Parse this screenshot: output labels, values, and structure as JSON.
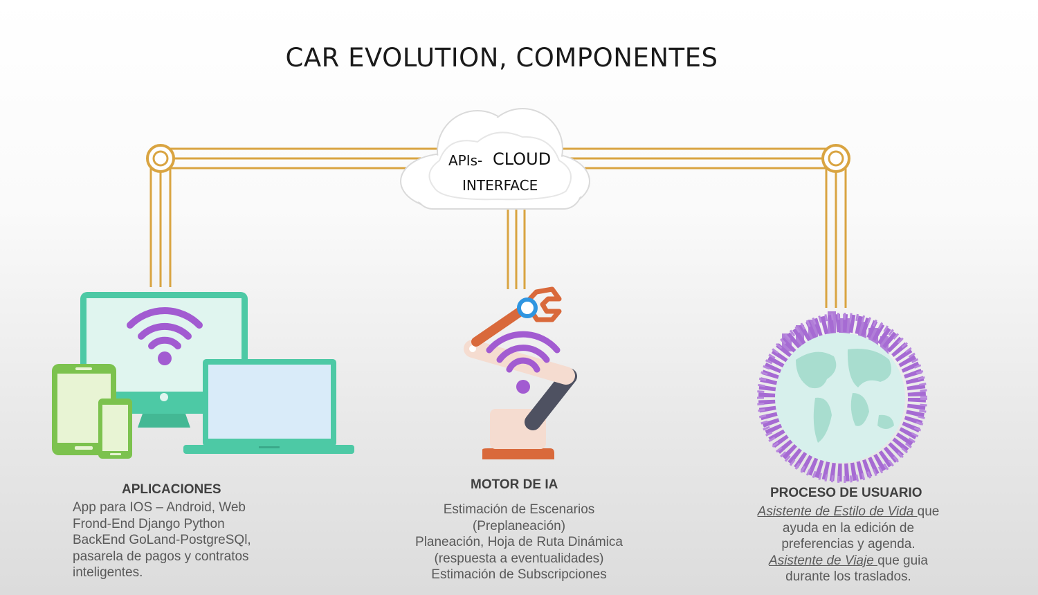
{
  "title": "CAR EVOLUTION, COMPONENTES",
  "cloud": {
    "apis": "APIs-",
    "cloud": "CLOUD",
    "interface": "INTERFACE"
  },
  "sections": {
    "apps": {
      "title": "APLICACIONES",
      "lines": [
        "App para IOS – Android, Web",
        "Frond-End Django Python",
        "BackEnd GoLand-PostgreSQl,",
        "pasarela de pagos y contratos",
        "inteligentes."
      ]
    },
    "ai": {
      "title": "MOTOR DE IA",
      "lines": [
        "Estimación de Escenarios",
        "(Preplaneación)",
        "Planeación, Hoja de Ruta Dinámica",
        "(respuesta a eventualidades)",
        "Estimación de Subscripciones"
      ]
    },
    "user": {
      "title": "PROCESO DE USUARIO",
      "lifestyle_link": "Asistente de Estilo de Vida ",
      "lifestyle_rest": "que",
      "line2": "ayuda en la edición de",
      "line3": "preferencias y agenda.",
      "travel_link": "Asistente de Viaje ",
      "travel_rest": "que guia",
      "line5": "durante los traslados."
    }
  },
  "colors": {
    "connector": "#D9A441",
    "monitor": "#4DC9A5",
    "tablet": "#7CC24E",
    "wifi": "#A25BD1",
    "robot_orange": "#D9693B",
    "robot_gray": "#4E5161",
    "globe": "#D7F0EC",
    "city": "#A66BD3"
  }
}
